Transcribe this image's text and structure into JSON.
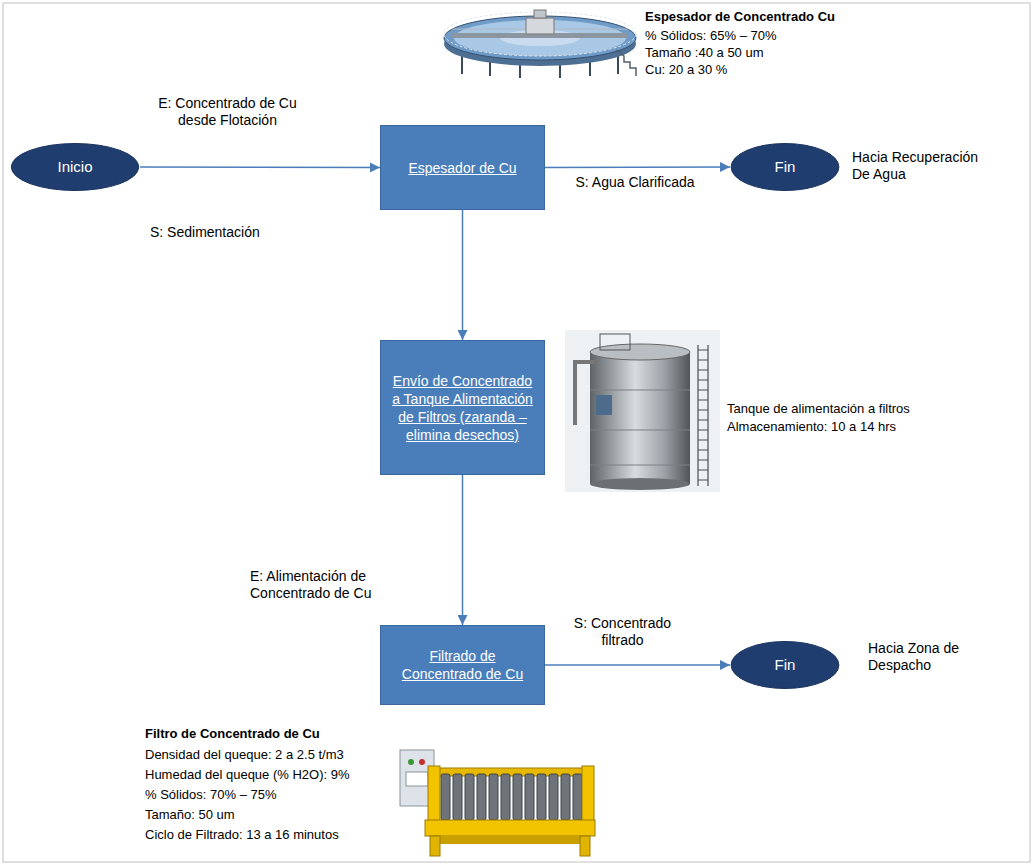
{
  "diagram": {
    "nodes": [
      {
        "text": [
          "Inicio"
        ]
      },
      {
        "text": [
          "Espesador de Cu"
        ]
      },
      {
        "text": [
          "Fin"
        ]
      },
      {
        "text": [
          "Envío de Concentrado a Tanque Alimentación de Filtros (zaranda – elimina desechos)"
        ]
      },
      {
        "text": [
          "Filtrado de Concentrado de Cu"
        ]
      },
      {
        "text": [
          "Fin"
        ]
      }
    ],
    "edges": [
      {
        "from": 0,
        "to": 1,
        "label": "E: Concentrado de Cu desde Flotación",
        "arrow": "to"
      },
      {
        "from": 1,
        "to": 2,
        "label": "S: Agua Clarificada",
        "arrow": "to"
      },
      {
        "from": 1,
        "to": 3,
        "label": "S: Sedimentación",
        "arrow": "to"
      },
      {
        "from": 3,
        "to": 4,
        "label": "E: Alimentación de Concentrado de Cu",
        "arrow": "to"
      },
      {
        "from": 4,
        "to": 5,
        "label": "S: Concentrado filtrado",
        "arrow": "to"
      }
    ],
    "labels": [
      "Espesador de Concentrado Cu",
      "% Sólidos: 65% – 70%",
      "Tamaño :40 a 50 um",
      "Cu: 20 a 30 %",
      "Hacia Recuperación De Agua",
      "Tanque de alimentación a filtros",
      "Almacenamiento: 10 a 14 hrs",
      "Hacia Zona de Despacho",
      "Filtro de Concentrado de Cu",
      "Densidad del queque: 2 a 2.5 t/m3",
      "Humedad del queque (% H2O): 9%",
      "% Sólidos: 70% – 75%",
      "Tamaño: 50 um",
      "Ciclo de Filtrado: 13 a 16 minutos"
    ]
  }
}
